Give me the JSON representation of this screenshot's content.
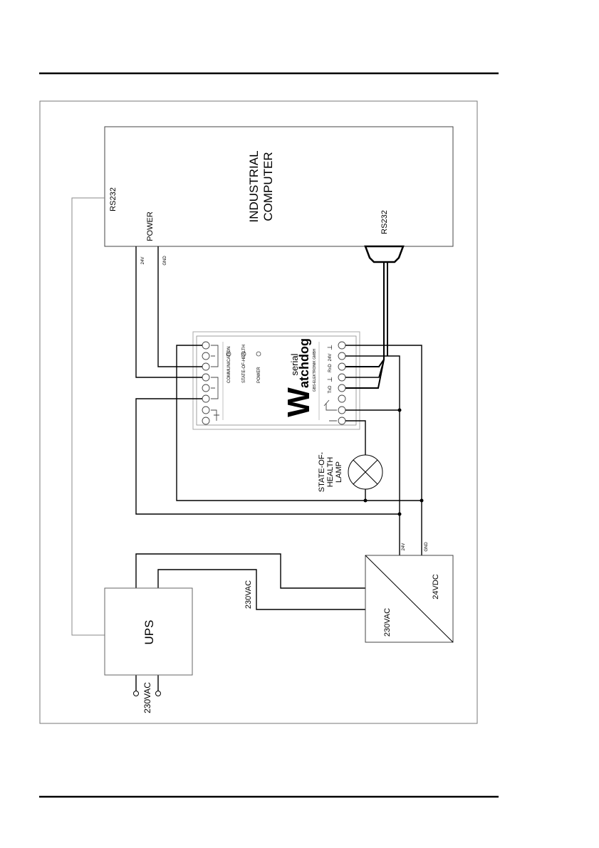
{
  "computer": {
    "title_line1": "INDUSTRIAL",
    "title_line2": "COMPUTER",
    "rs232_left": "RS232",
    "rs232_right": "RS232",
    "power": "POWER",
    "v24": "24V",
    "gnd": "GND"
  },
  "watchdog": {
    "brand_prefix": "serial",
    "brand_W": "W",
    "brand_rest": "atchdog",
    "maker": "GBS-ELEKTRONIK GMBH",
    "led_communication": "COMMUNICATION",
    "led_soh": "STATE-OF-HEALTH",
    "led_power": "POWER",
    "pin_gnd1": "⊥",
    "pin_24v": "24V",
    "pin_rxd": "RxD",
    "pin_gnd2": "⊥",
    "pin_txd": "TxD"
  },
  "lamp": {
    "line1": "STATE-OF-",
    "line2": "HEALTH",
    "line3": "LAMP"
  },
  "ups": {
    "label": "UPS",
    "input": "230VAC"
  },
  "supply": {
    "out_24v": "24V",
    "out_gnd": "GND",
    "in_label": "230VAC",
    "out_label": "24VDC",
    "feed_label": "230VAC"
  }
}
